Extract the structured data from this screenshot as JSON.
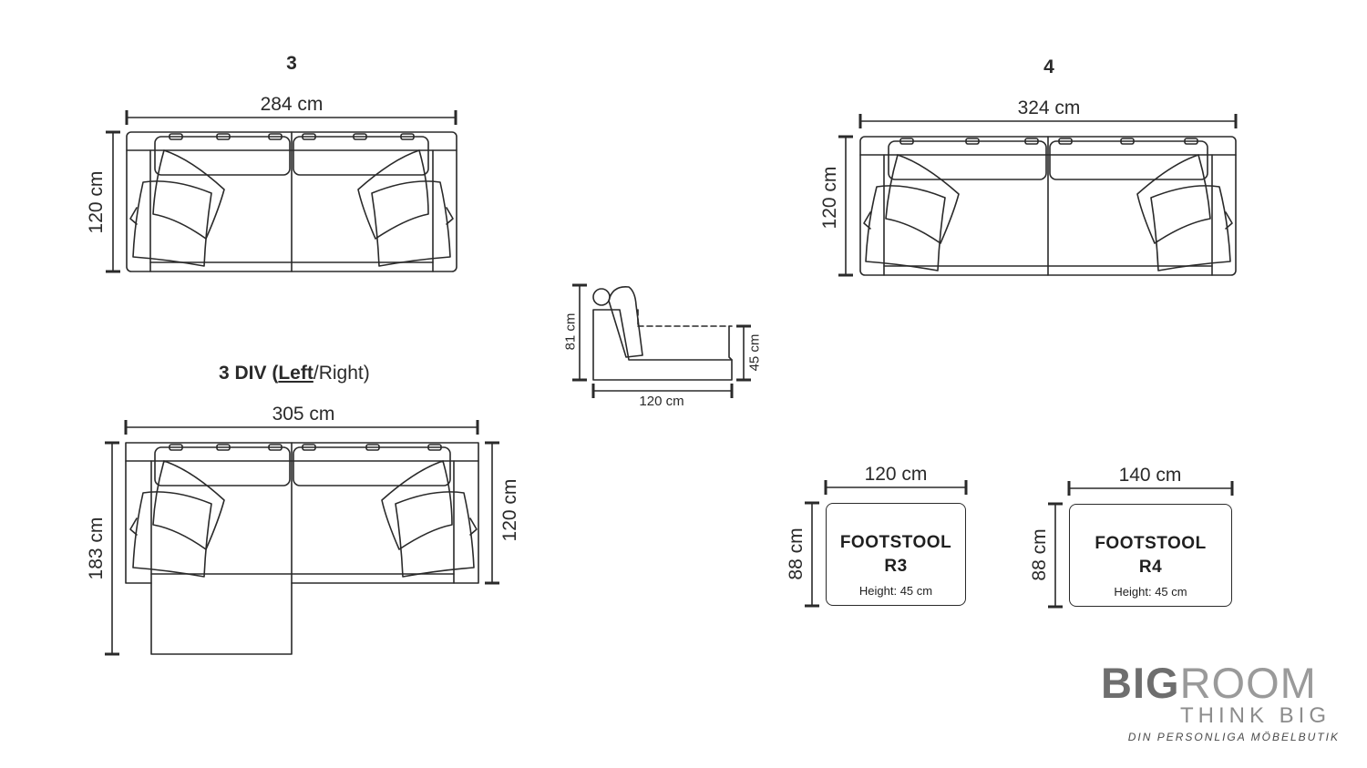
{
  "sofa_3": {
    "title": "3",
    "width": "284 cm",
    "depth": "120 cm"
  },
  "sofa_4": {
    "title": "4",
    "width": "324 cm",
    "depth": "120 cm"
  },
  "sofa_3div": {
    "title_prefix": "3 DIV (",
    "title_left": "Left",
    "title_suffix": "/Right)",
    "width": "305 cm",
    "depth_total": "183 cm",
    "depth": "120 cm"
  },
  "side_view": {
    "height": "81 cm",
    "seat_height": "45 cm",
    "depth": "120 cm"
  },
  "footstool_r3": {
    "width": "120 cm",
    "depth": "88 cm",
    "name_line1": "FOOTSTOOL",
    "name_line2": "R3",
    "height": "Height: 45 cm"
  },
  "footstool_r4": {
    "width": "140 cm",
    "depth": "88 cm",
    "name_line1": "FOOTSTOOL",
    "name_line2": "R4",
    "height": "Height: 45 cm"
  },
  "logo": {
    "big_bold": "BIG",
    "big_light": "ROOM",
    "tagline": "THINK BIG",
    "subtitle": "DIN PERSONLIGA MÖBELBUTIK"
  }
}
